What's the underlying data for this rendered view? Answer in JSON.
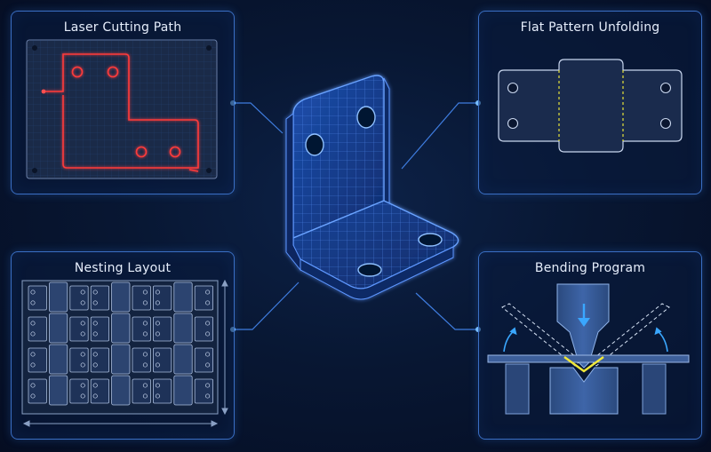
{
  "panels": {
    "laser": {
      "title": "Laser Cutting Path"
    },
    "flat": {
      "title": "Flat Pattern Unfolding"
    },
    "nesting": {
      "title": "Nesting Layout"
    },
    "bending": {
      "title": "Bending Program"
    }
  },
  "nesting_grid": {
    "rows": 4,
    "columns": 9
  },
  "colors": {
    "background": "#081733",
    "panel_border": "#3a6fc4",
    "cut_path": "#ff3b3b",
    "bend_line": "#e6e23a",
    "accent": "#3aa7ff",
    "wireframe": "#4f8dff"
  }
}
